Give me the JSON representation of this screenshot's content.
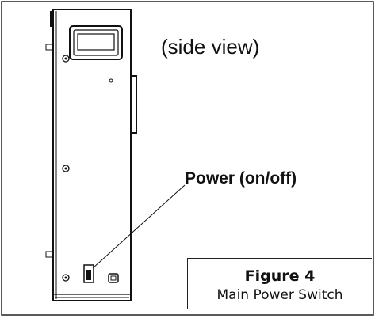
{
  "figure": {
    "view_label": "(side view)",
    "callout_label": "Power (on/off)",
    "caption_title": "Figure 4",
    "caption_subtitle": "Main Power Switch"
  }
}
